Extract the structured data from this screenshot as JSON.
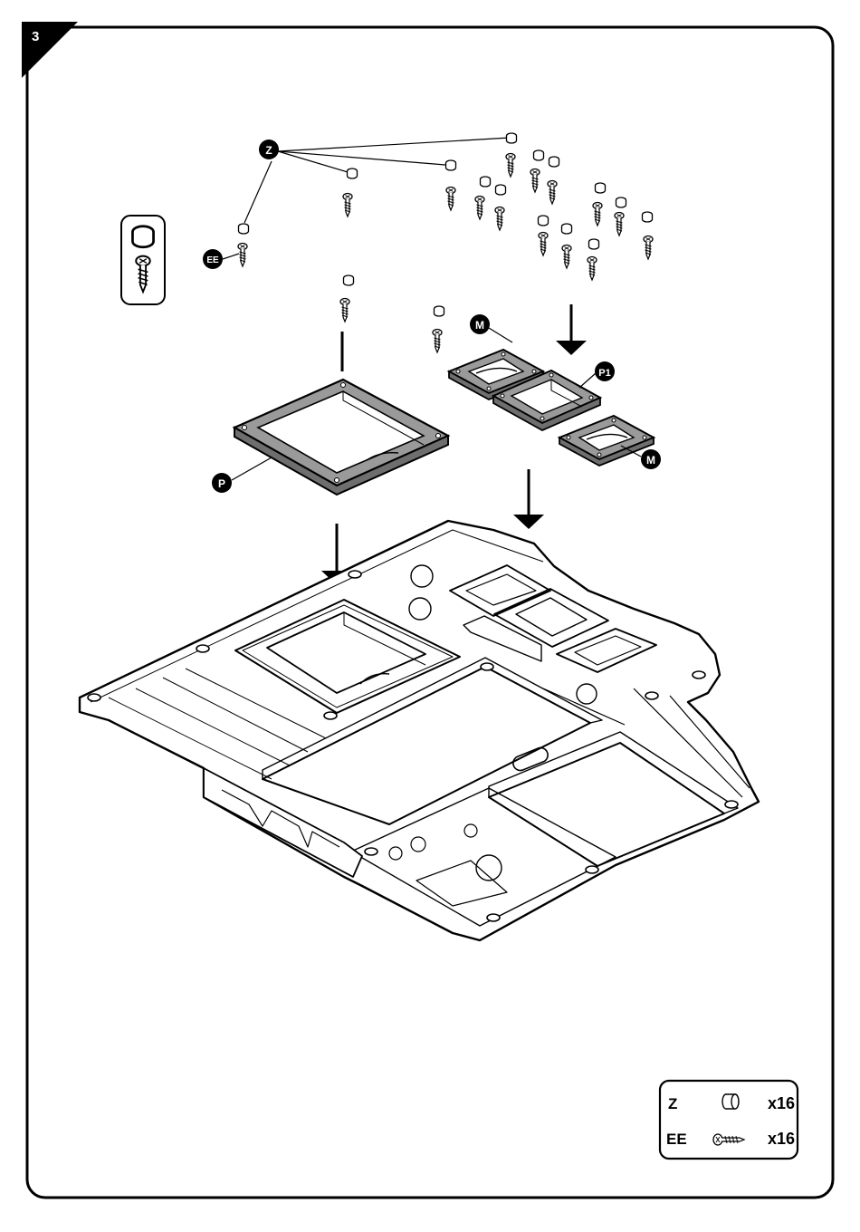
{
  "step": {
    "number": "3"
  },
  "callouts": {
    "z": "Z",
    "ee": "EE",
    "m_top": "M",
    "m_bottom": "M",
    "p1": "P1",
    "p": "P"
  },
  "parts_box": {
    "rows": [
      {
        "code": "Z",
        "icon": "cap-icon",
        "qty": "x16"
      },
      {
        "code": "EE",
        "icon": "screw-icon",
        "qty": "x16"
      }
    ]
  },
  "colors": {
    "ink": "#000000",
    "part_fill": "#9a9a9a",
    "paper": "#ffffff"
  }
}
